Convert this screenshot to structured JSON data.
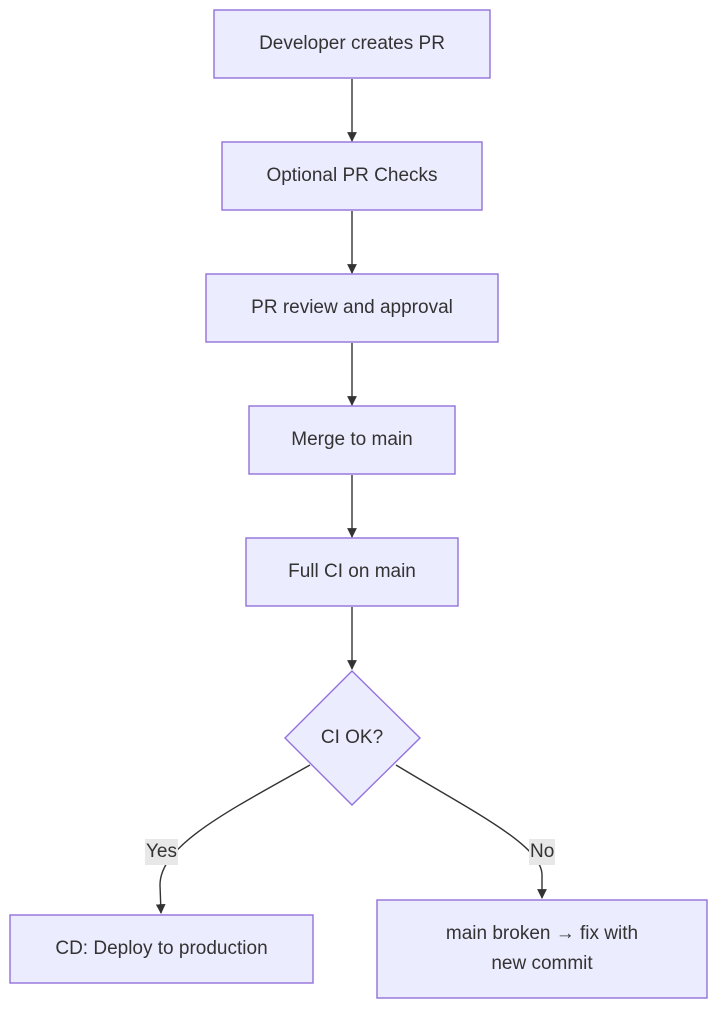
{
  "nodes": {
    "developer_creates_pr": "Developer creates PR",
    "optional_pr_checks": "Optional PR Checks",
    "pr_review_approval": "PR review and approval",
    "merge_to_main": "Merge to main",
    "full_ci_on_main": "Full CI on main",
    "ci_ok": "CI OK?",
    "cd_deploy": "CD: Deploy to production",
    "main_broken_line1": "main broken → fix with",
    "main_broken_line2": "new commit"
  },
  "edges": {
    "yes_label": "Yes",
    "no_label": "No"
  },
  "colors": {
    "node_fill": "#ececff",
    "node_border": "#9370db",
    "edge": "#333333",
    "text": "#333333",
    "edge_label_bg": "#e8e8e8"
  }
}
